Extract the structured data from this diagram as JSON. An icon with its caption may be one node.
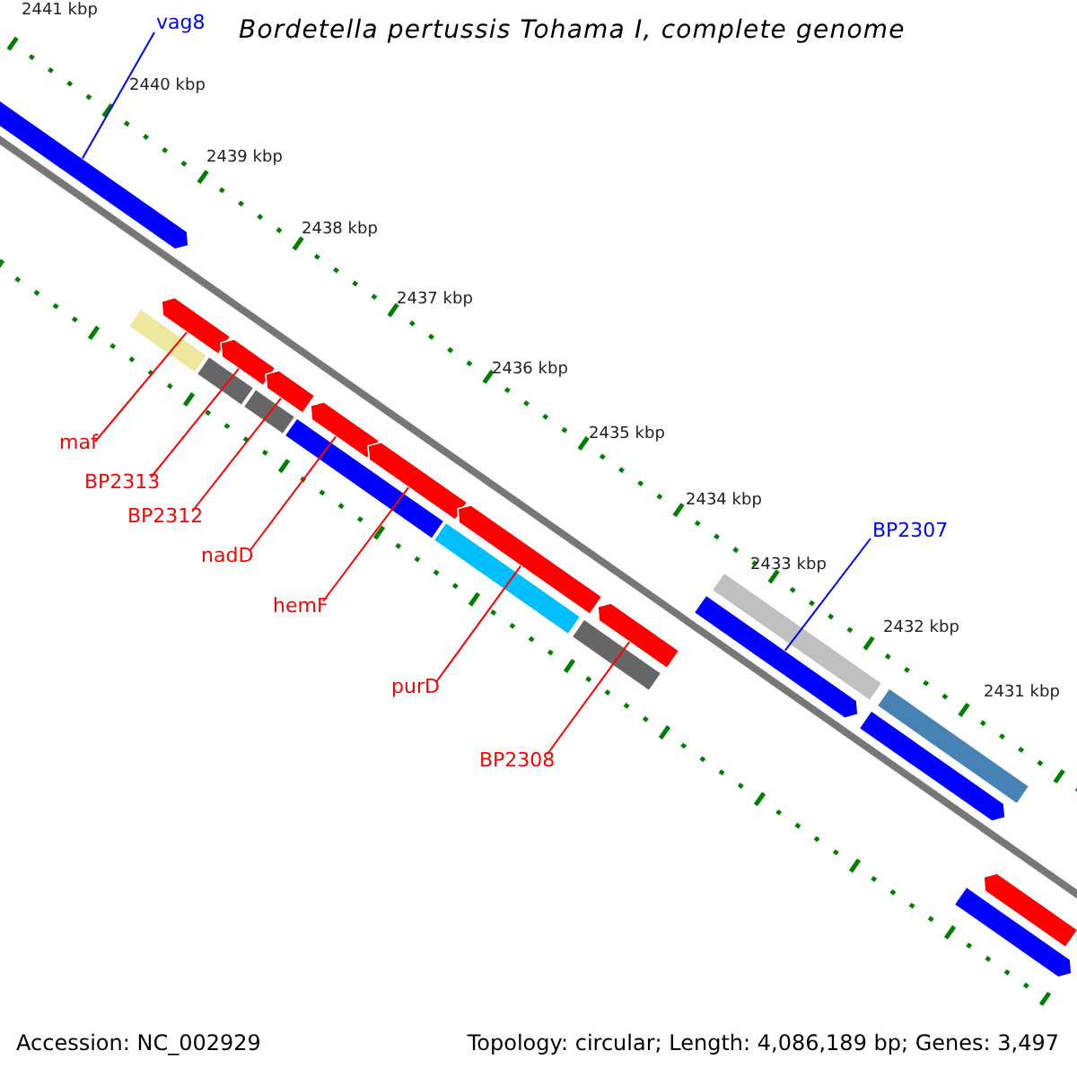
{
  "diagram": {
    "title": "Bordetella pertussis Tohama I, complete genome",
    "nodes": [
      {
        "text": [
          "vag8"
        ]
      },
      {
        "text": [],
        "shape": "pentagon"
      },
      {
        "text": [
          "maf"
        ]
      },
      {
        "text": [],
        "shape": "pentagon"
      },
      {
        "text": [
          "BP2313"
        ]
      },
      {
        "text": [],
        "shape": "pentagon"
      },
      {
        "text": [
          "BP2312"
        ]
      },
      {
        "text": [],
        "shape": "pentagon"
      },
      {
        "text": [
          "nadD"
        ]
      },
      {
        "text": [],
        "shape": "pentagon"
      },
      {
        "text": [
          "hemF"
        ]
      },
      {
        "text": [],
        "shape": "pentagon"
      },
      {
        "text": [
          "purD"
        ]
      },
      {
        "text": [],
        "shape": "pentagon"
      },
      {
        "text": [
          "BP2308"
        ]
      },
      {
        "text": [],
        "shape": "pentagon"
      },
      {
        "text": [
          "BP2307"
        ]
      },
      {
        "text": [],
        "shape": "pentagon"
      },
      {
        "text": [],
        "shape": "bar"
      },
      {
        "text": [],
        "shape": "bar"
      },
      {
        "text": [],
        "shape": "bar"
      },
      {
        "text": [],
        "shape": "bar"
      },
      {
        "text": [],
        "shape": "bar"
      },
      {
        "text": [],
        "shape": "bar"
      },
      {
        "text": [],
        "shape": "pentagon"
      },
      {
        "text": [],
        "shape": "bar"
      },
      {
        "text": [],
        "shape": "bar"
      },
      {
        "text": [],
        "shape": "pentagon"
      },
      {
        "text": [],
        "shape": "pentagon"
      }
    ],
    "edges": [
      {
        "from": 0,
        "to": 1,
        "arrow": "none",
        "color": "#0000ff"
      },
      {
        "from": 2,
        "to": 3,
        "arrow": "none"
      },
      {
        "from": 4,
        "to": 5,
        "arrow": "none"
      },
      {
        "from": 6,
        "to": 7,
        "arrow": "none"
      },
      {
        "from": 8,
        "to": 9,
        "arrow": "none"
      },
      {
        "from": 10,
        "to": 11,
        "arrow": "none"
      },
      {
        "from": 12,
        "to": 13,
        "arrow": "none"
      },
      {
        "from": 14,
        "to": 15,
        "arrow": "none"
      },
      {
        "from": 16,
        "to": 17,
        "arrow": "none",
        "color": "#0000ff"
      }
    ],
    "labels": [
      "2441 kbp",
      "2440 kbp",
      "2439 kbp",
      "2438 kbp",
      "2437 kbp",
      "2436 kbp",
      "2435 kbp",
      "2434 kbp",
      "2433 kbp",
      "2432 kbp",
      "2431 kbp",
      "Accession: NC_002929",
      "Topology: circular; Length: 4,086,189 bp; Genes: 3,497"
    ]
  }
}
